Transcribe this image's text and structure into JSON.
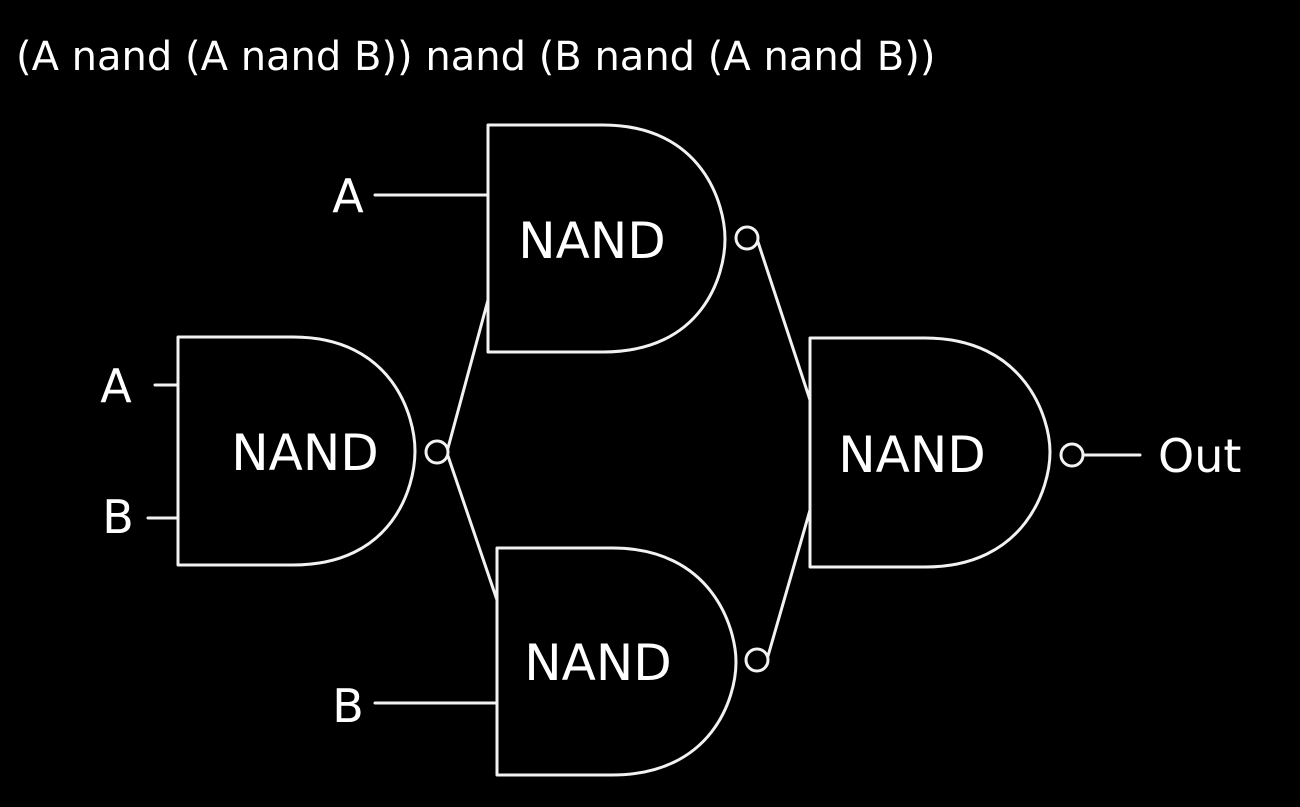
{
  "title": "(A nand (A nand B)) nand (B nand (A nand B))",
  "gates": [
    {
      "id": "g1",
      "label": "NAND"
    },
    {
      "id": "g2",
      "label": "NAND"
    },
    {
      "id": "g3",
      "label": "NAND"
    },
    {
      "id": "g4",
      "label": "NAND"
    }
  ],
  "inputs": {
    "g1_a": "A",
    "g1_b": "B",
    "g2_a": "A",
    "g3_b": "B"
  },
  "output": "Out",
  "colors": {
    "background": "#000000",
    "stroke": "#f2f2f2"
  }
}
